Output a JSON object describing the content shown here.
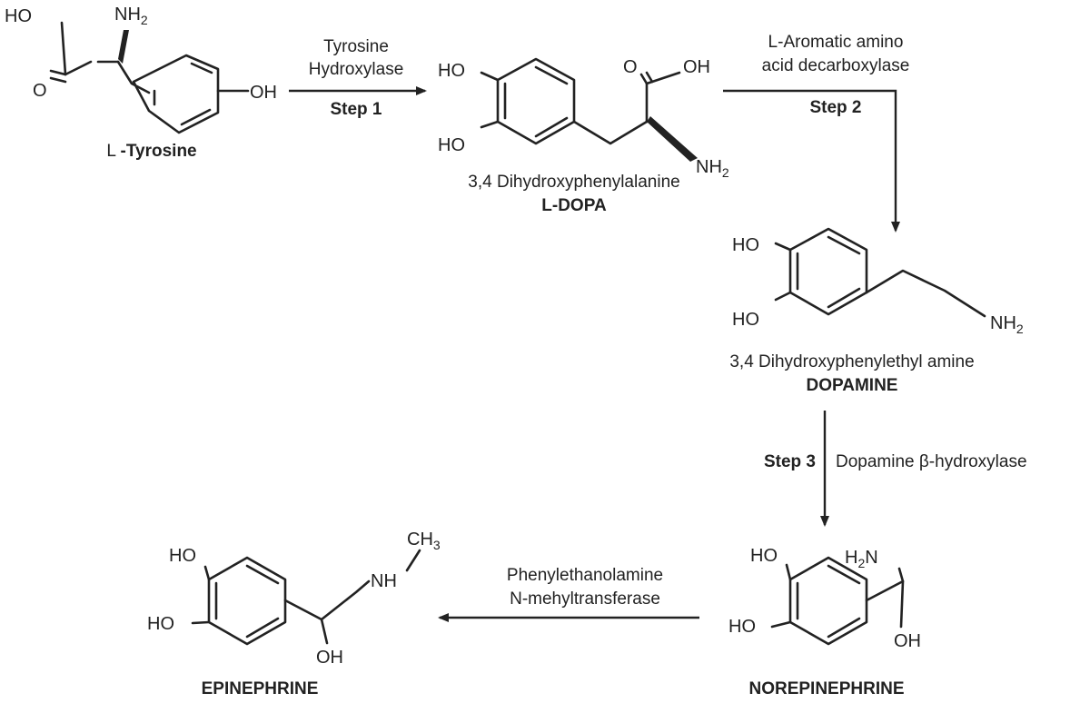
{
  "atoms": {
    "ho": "HO",
    "oh": "OH",
    "nh": "NH",
    "h2n_h": "H",
    "h2n_n": "N",
    "ch": "CH",
    "o": "O",
    "sub2": "2",
    "sub3": "3"
  },
  "molecules": {
    "tyrosine": {
      "prefix": "L ",
      "name": "-Tyrosine"
    },
    "ldopa": {
      "full_name": "3,4 Dihydroxyphenylalanine",
      "name": "L-DOPA"
    },
    "dopamine": {
      "full_name": "3,4 Dihydroxyphenylethyl amine",
      "name": "DOPAMINE"
    },
    "norepinephrine": {
      "name": "NOREPINEPHRINE"
    },
    "epinephrine": {
      "name": "EPINEPHRINE"
    }
  },
  "steps": {
    "step1": {
      "enzyme_line1": "Tyrosine",
      "enzyme_line2": "Hydroxylase",
      "label": "Step 1"
    },
    "step2": {
      "enzyme_line1": "L-Aromatic amino",
      "enzyme_line2": "acid decarboxylase",
      "label": "Step 2"
    },
    "step3": {
      "enzyme": "Dopamine β-hydroxylase",
      "label": "Step 3"
    },
    "step4": {
      "enzyme_line1": "Phenylethanolamine",
      "enzyme_line2": "N-mehyltransferase"
    }
  },
  "colors": {
    "ink": "#222222",
    "background": "#ffffff"
  }
}
